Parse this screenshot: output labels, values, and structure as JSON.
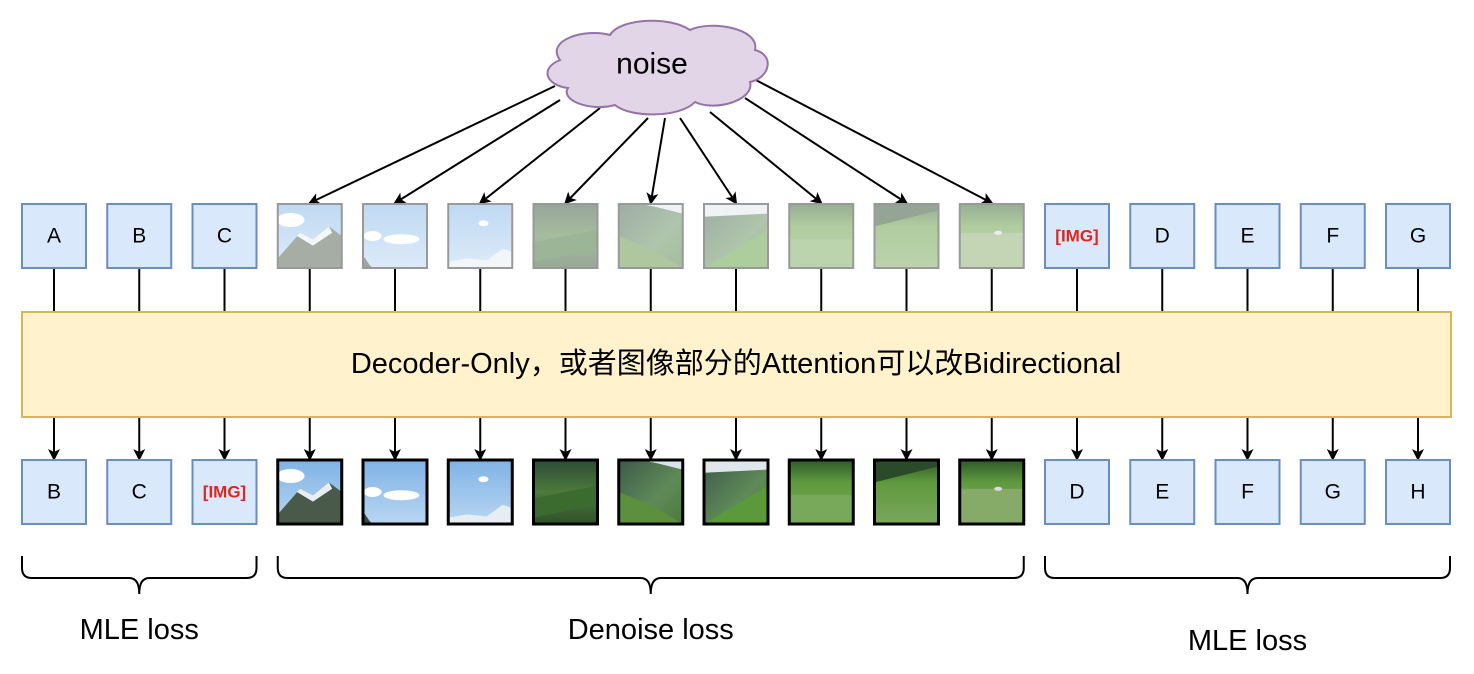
{
  "cloud": {
    "label": "noise",
    "fill": "#e1d5e7",
    "stroke": "#9673a6"
  },
  "model_bar": {
    "label": "Decoder-Only，或者图像部分的Attention可以改Bidirectional",
    "fill": "#fff2cc",
    "stroke": "#d6b656"
  },
  "colors": {
    "token_fill": "#dae8fc",
    "token_stroke": "#6c8ebf",
    "img_token_text": "#e0261c"
  },
  "input_row": [
    {
      "kind": "text",
      "label": "A"
    },
    {
      "kind": "text",
      "label": "B"
    },
    {
      "kind": "text",
      "label": "C"
    },
    {
      "kind": "image",
      "scene": "mountain-peak",
      "noisy": true
    },
    {
      "kind": "image",
      "scene": "sky-clouds",
      "noisy": true
    },
    {
      "kind": "image",
      "scene": "sky-snowy-ridge",
      "noisy": true
    },
    {
      "kind": "image",
      "scene": "forest-slope",
      "noisy": true
    },
    {
      "kind": "image",
      "scene": "valley",
      "noisy": true
    },
    {
      "kind": "image",
      "scene": "valley-trees",
      "noisy": true
    },
    {
      "kind": "image",
      "scene": "meadow",
      "noisy": true
    },
    {
      "kind": "image",
      "scene": "meadow-treeline",
      "noisy": true
    },
    {
      "kind": "image",
      "scene": "meadow-rocks",
      "noisy": true
    },
    {
      "kind": "special",
      "label": "[IMG]"
    },
    {
      "kind": "text",
      "label": "D"
    },
    {
      "kind": "text",
      "label": "E"
    },
    {
      "kind": "text",
      "label": "F"
    },
    {
      "kind": "text",
      "label": "G"
    }
  ],
  "output_row": [
    {
      "kind": "text",
      "label": "B"
    },
    {
      "kind": "text",
      "label": "C"
    },
    {
      "kind": "special",
      "label": "[IMG]"
    },
    {
      "kind": "image",
      "scene": "mountain-peak",
      "noisy": false
    },
    {
      "kind": "image",
      "scene": "sky-clouds",
      "noisy": false
    },
    {
      "kind": "image",
      "scene": "sky-snowy-ridge",
      "noisy": false
    },
    {
      "kind": "image",
      "scene": "forest-slope",
      "noisy": false
    },
    {
      "kind": "image",
      "scene": "valley",
      "noisy": false
    },
    {
      "kind": "image",
      "scene": "valley-trees",
      "noisy": false
    },
    {
      "kind": "image",
      "scene": "meadow",
      "noisy": false
    },
    {
      "kind": "image",
      "scene": "meadow-treeline",
      "noisy": false
    },
    {
      "kind": "image",
      "scene": "meadow-rocks",
      "noisy": false
    },
    {
      "kind": "text",
      "label": "D"
    },
    {
      "kind": "text",
      "label": "E"
    },
    {
      "kind": "text",
      "label": "F"
    },
    {
      "kind": "text",
      "label": "G"
    },
    {
      "kind": "text",
      "label": "H"
    }
  ],
  "noise_targets": [
    3,
    4,
    5,
    6,
    7,
    8,
    9,
    10,
    11
  ],
  "loss_groups": [
    {
      "label": "MLE loss",
      "from": 0,
      "to": 2
    },
    {
      "label": "Denoise loss",
      "from": 3,
      "to": 11
    },
    {
      "label": "MLE loss",
      "from": 12,
      "to": 16
    }
  ]
}
